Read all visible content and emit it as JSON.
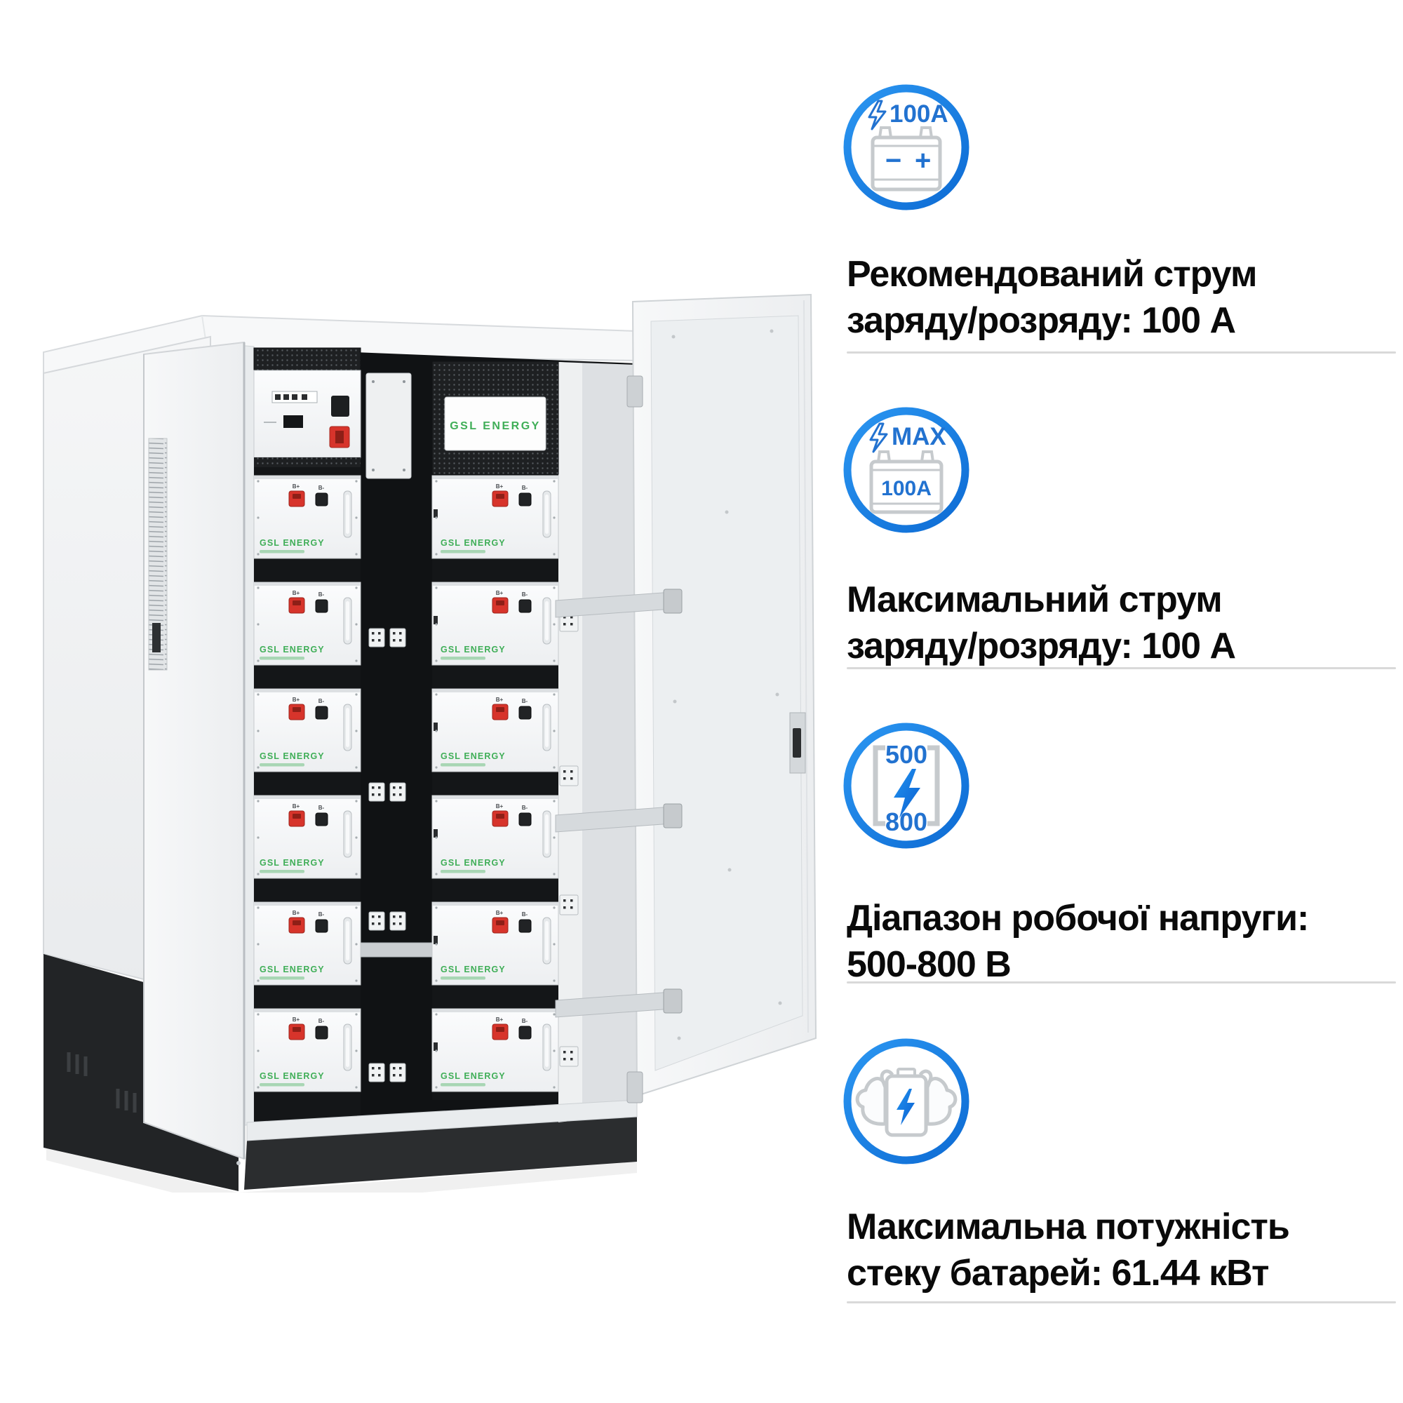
{
  "product": {
    "brand": "GSL ENERGY",
    "terminal_positive": "B+",
    "terminal_negative": "B-"
  },
  "sections": [
    {
      "icon_top_label": "100A",
      "icon_minus": "−",
      "icon_plus": "+",
      "heading_line1": "Рекомендований струм",
      "heading_line2": "заряду/розряду: 100 А"
    },
    {
      "icon_top_label": "MAX",
      "icon_body_label": "100A",
      "heading_line1": "Максимальний струм",
      "heading_line2": "заряду/розряду: 100 А"
    },
    {
      "icon_top_label": "500",
      "icon_bottom_label": "800",
      "heading_line1": "Діапазон робочої напруги:",
      "heading_line2": "500-800 В"
    },
    {
      "heading_line1": "Максимальна потужність",
      "heading_line2": "стеку батарей: 61.44 кВт"
    }
  ],
  "colors": {
    "accent_blue": "#1b7fe3",
    "icon_text_blue": "#2272d0",
    "icon_gray": "#c6cacd",
    "brand_green": "#3fae57",
    "heading_text": "#0a0a0a",
    "divider": "#d9d9d9",
    "base_black": "#26282a",
    "terminal_red": "#d7342b"
  }
}
